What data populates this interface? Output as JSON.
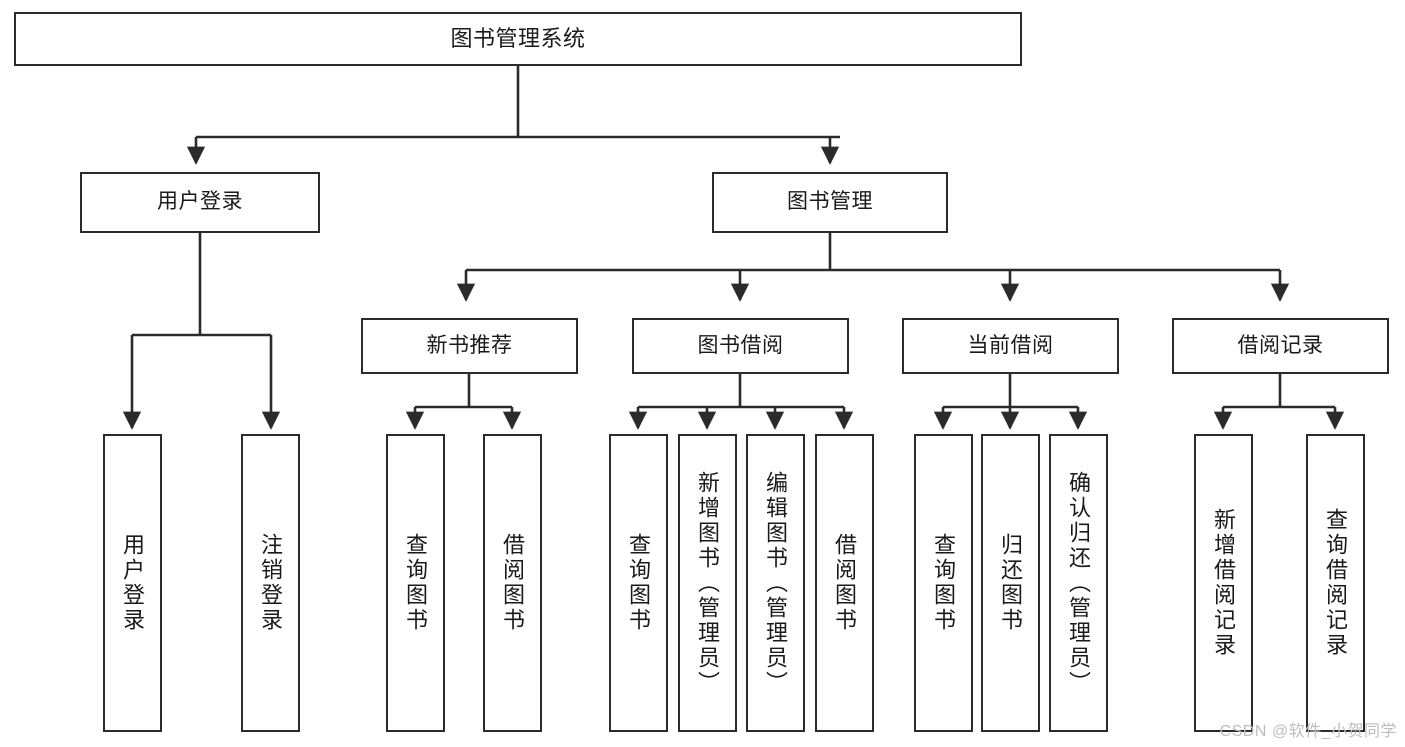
{
  "diagram": {
    "title": "图书管理系统",
    "type": "tree-hierarchy",
    "watermark": "CSDN @软件_小贺同学",
    "colors": {
      "stroke": "#2b2b2b",
      "fill": "#ffffff",
      "text": "#1a1a1a",
      "watermark": "#bdbdbd"
    },
    "root": {
      "label": "图书管理系统"
    },
    "level2": [
      {
        "label": "用户登录"
      },
      {
        "label": "图书管理"
      }
    ],
    "level3": [
      {
        "label": "新书推荐"
      },
      {
        "label": "图书借阅"
      },
      {
        "label": "当前借阅"
      },
      {
        "label": "借阅记录"
      }
    ],
    "leaves": {
      "user_login": [
        {
          "label": "用户登录"
        },
        {
          "label": "注销登录"
        }
      ],
      "new_book": [
        {
          "label": "查询图书"
        },
        {
          "label": "借阅图书"
        }
      ],
      "borrow": [
        {
          "label": "查询图书"
        },
        {
          "label": "新增图书（管理员）"
        },
        {
          "label": "编辑图书（管理员）"
        },
        {
          "label": "借阅图书"
        }
      ],
      "current": [
        {
          "label": "查询图书"
        },
        {
          "label": "归还图书"
        },
        {
          "label": "确认归还（管理员）"
        }
      ],
      "records": [
        {
          "label": "新增借阅记录"
        },
        {
          "label": "查询借阅记录"
        }
      ]
    }
  }
}
